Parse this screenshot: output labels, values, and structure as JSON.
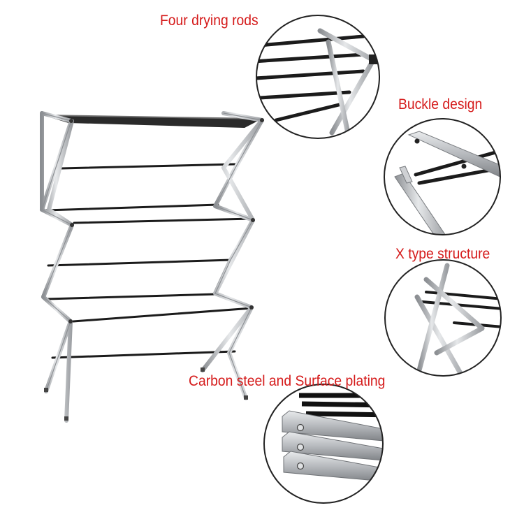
{
  "callouts": {
    "four_rods": "Four drying rods",
    "buckle": "Buckle design",
    "x_type": "X type structure",
    "carbon": "Carbon steel and Surface plating"
  },
  "colors": {
    "label_red": "#d51a1a",
    "steel": "#b9bcc0",
    "steel_dark": "#8a8d91",
    "rod_black": "#1a1a1a",
    "circle_stroke": "#222222"
  },
  "icons": {
    "rack": "drying-rack-illustration",
    "zoom_rods": "rods-detail-icon",
    "zoom_buckle": "buckle-detail-icon",
    "zoom_xtype": "x-structure-detail-icon",
    "zoom_carbon": "steel-plating-detail-icon"
  }
}
